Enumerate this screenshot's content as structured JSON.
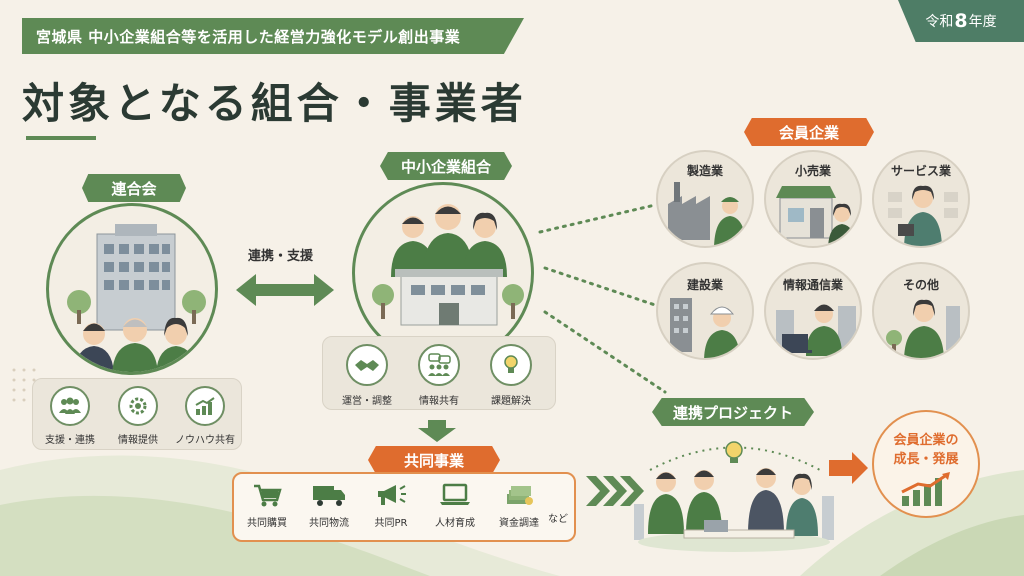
{
  "header": {
    "banner": "宮城県 中小企業組合等を活用した経営力強化モデル創出事業",
    "year_prefix": "令和",
    "year_number": "8",
    "year_suffix": "年度",
    "title": "対象となる組合・事業者"
  },
  "federation": {
    "label": "連合会",
    "functions": [
      {
        "label": "支援・連携",
        "icon": "people-icon"
      },
      {
        "label": "情報提供",
        "icon": "gear-icon"
      },
      {
        "label": "ノウハウ共有",
        "icon": "growth-chart-icon"
      }
    ]
  },
  "link_arrow": {
    "label": "連携・支援"
  },
  "union": {
    "label": "中小企業組合",
    "functions": [
      {
        "label": "運営・調整",
        "icon": "handshake-icon"
      },
      {
        "label": "情報共有",
        "icon": "chat-people-icon"
      },
      {
        "label": "課題解決",
        "icon": "lightbulb-icon"
      }
    ]
  },
  "joint_business": {
    "label": "共同事業",
    "items": [
      {
        "label": "共同購買",
        "icon": "cart-icon"
      },
      {
        "label": "共同物流",
        "icon": "truck-icon"
      },
      {
        "label": "共同PR",
        "icon": "megaphone-icon"
      },
      {
        "label": "人材育成",
        "icon": "laptop-icon"
      },
      {
        "label": "資金調達",
        "icon": "money-icon"
      }
    ],
    "suffix": "など"
  },
  "members": {
    "label": "会員企業",
    "categories": [
      {
        "label": "製造業"
      },
      {
        "label": "小売業"
      },
      {
        "label": "サービス業"
      },
      {
        "label": "建設業"
      },
      {
        "label": "情報通信業"
      },
      {
        "label": "その他"
      }
    ]
  },
  "project": {
    "label": "連携プロジェクト"
  },
  "outcome": {
    "line1": "会員企業の",
    "line2": "成長・発展"
  },
  "colors": {
    "green": "#5e8a55",
    "dark_green": "#4e7d66",
    "orange": "#df6c2e",
    "background": "#f6f1e8"
  }
}
